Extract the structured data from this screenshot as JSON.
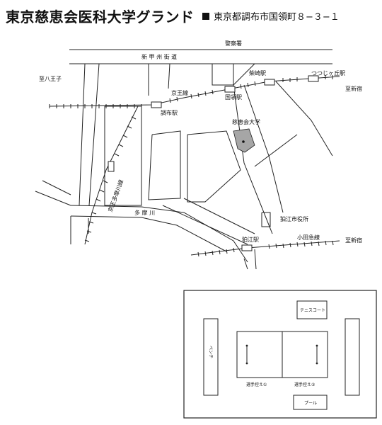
{
  "header": {
    "title": "東京慈恵会医科大学グランド",
    "address": "東京都調布市国領町８−３−１"
  },
  "map": {
    "labels": {
      "police": "警察署",
      "shinkoshu_kaido": "新 甲 州 街 道",
      "to_hachioji": "至八王子",
      "keio_line": "京王線",
      "chofu_station": "調布駅",
      "shibasaki_station": "柴崎駅",
      "tsutsujigaoka_station": "つつじヶ丘駅",
      "to_shinjuku_1": "至新宿",
      "kokuryo_station": "国領駅",
      "jikei_univ": "慈恵会大学",
      "keio_tamagawa_line": "京王多摩川線",
      "tamagawa": "多 摩 川",
      "komae_city_hall": "狛江市役所",
      "odakyu_line": "小田急線",
      "to_shinjuku_2": "至新宿",
      "komae_station": "狛江駅"
    }
  },
  "facility": {
    "tennis_court": "テニスコート",
    "bench_vertical": "ベンチ",
    "dugout_1": "選手控え①",
    "dugout_2": "選手控え②",
    "pool": "プール"
  },
  "colors": {
    "campus_fill": "#a6a6a6",
    "line": "#222222"
  }
}
